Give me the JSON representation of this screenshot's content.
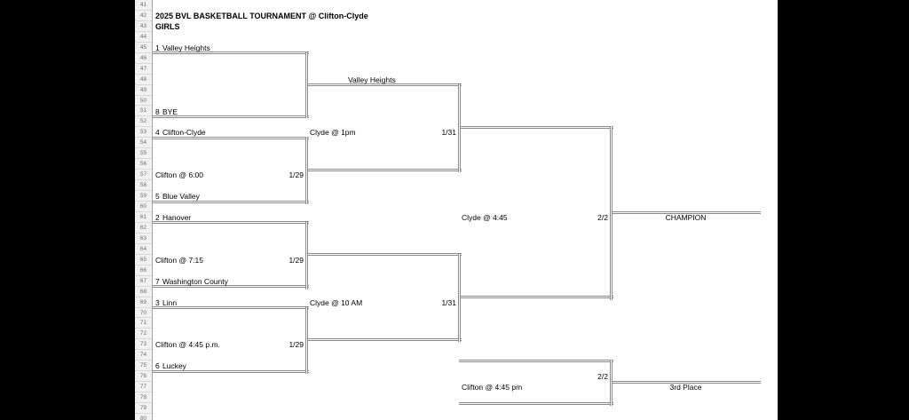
{
  "sheet": {
    "title": "2025 BVL BASKETBALL TOURNAMENT @ Clifton-Clyde",
    "division": "GIRLS",
    "row_numbers": [
      "41",
      "42",
      "43",
      "44",
      "45",
      "46",
      "47",
      "48",
      "49",
      "50",
      "51",
      "52",
      "53",
      "54",
      "55",
      "56",
      "57",
      "58",
      "59",
      "60",
      "61",
      "62",
      "63",
      "64",
      "65",
      "66",
      "67",
      "68",
      "69",
      "70",
      "71",
      "72",
      "73",
      "74",
      "75",
      "76",
      "77",
      "78",
      "79",
      "80"
    ]
  },
  "teams": {
    "valley_heights": {
      "seed": "1",
      "name": "Valley Heights"
    },
    "bye": {
      "seed": "8",
      "name": "BYE"
    },
    "clifton_clyde": {
      "seed": "4",
      "name": "Clifton-Clyde"
    },
    "blue_valley": {
      "seed": "5",
      "name": "Blue Valley"
    },
    "hanover": {
      "seed": "2",
      "name": "Hanover"
    },
    "washington_county": {
      "seed": "7",
      "name": "Washington County"
    },
    "linn": {
      "seed": "3",
      "name": "Linn"
    },
    "luckey": {
      "seed": "6",
      "name": "Luckey"
    }
  },
  "games": {
    "quarterfinal_2": {
      "label": "Clifton @ 6:00",
      "date": "1/29"
    },
    "quarterfinal_3": {
      "label": "Clifton @ 7:15",
      "date": "1/29"
    },
    "quarterfinal_4": {
      "label": "Clifton @ 4:45 p.m.",
      "date": "1/29"
    },
    "semifinal_1": {
      "label": "Clyde @ 1pm",
      "date": "1/31"
    },
    "semifinal_2": {
      "label": "Clyde @ 10 AM",
      "date": "1/31"
    },
    "championship": {
      "label": "Clyde @ 4:45",
      "date": "2/2"
    },
    "third_place": {
      "label": "Clifton @ 4:45 pm",
      "date": "2/2"
    }
  },
  "advancers": {
    "semifinal_1_top": "Valley Heights"
  },
  "placeholders": {
    "champion": "CHAMPION",
    "third_place": "3rd Place"
  },
  "colors": {
    "bracket_line": "#8a8a8a",
    "header_bg": "#f1f1f1",
    "header_text": "#6e6e6e"
  }
}
